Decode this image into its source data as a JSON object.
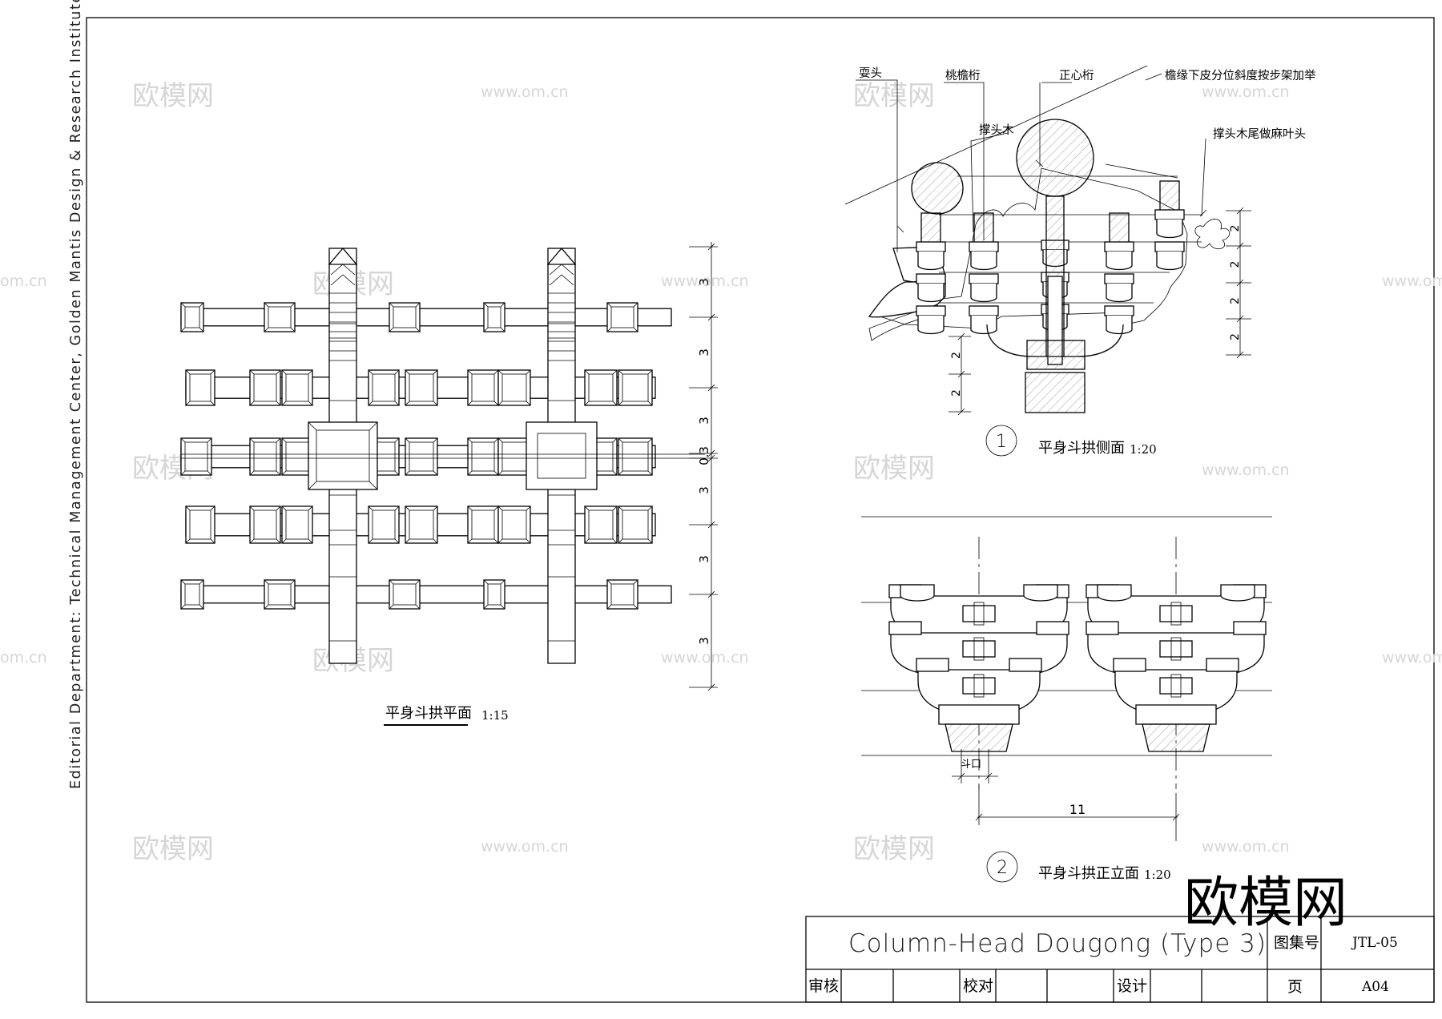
{
  "side_text": "Editorial Department: Technical Management Center, Golden Mantis Design & Research Institute",
  "watermark": {
    "cn": "欧模网",
    "url": "www.om.cn",
    "url_fragment": "om.cn",
    "corner_logo": "欧模网"
  },
  "plan": {
    "title": "平身斗拱平面",
    "scale": "1:15",
    "dims": [
      "3",
      "3",
      "3",
      "0.3",
      "3",
      "3",
      "3"
    ]
  },
  "side_view": {
    "number": "1",
    "title": "平身斗拱侧面",
    "scale": "1:20",
    "labels": {
      "shuatou": "耍头",
      "tiaoyanheng": "桃檐桁",
      "chengtoumu": "撑头木",
      "zhengxinheng": "正心桁",
      "yanyuan_note": "檐缘下皮分位斜度按步架加举",
      "chengtoumu_tail": "撑头木尾做麻叶头"
    },
    "dims_right": [
      "2",
      "2",
      "2",
      "2"
    ],
    "dims_left": [
      "2",
      "2"
    ]
  },
  "front_view": {
    "number": "2",
    "title": "平身斗拱正立面",
    "scale": "1:20",
    "doukou_label": "斗口",
    "span_dim": "11"
  },
  "title_block": {
    "title": "Column-Head Dougong (Type 3)",
    "atlas_label": "图集号",
    "atlas_value": "JTL-05",
    "review_label": "审核",
    "check_label": "校对",
    "design_label": "设计",
    "page_label": "页",
    "page_value": "A04"
  }
}
